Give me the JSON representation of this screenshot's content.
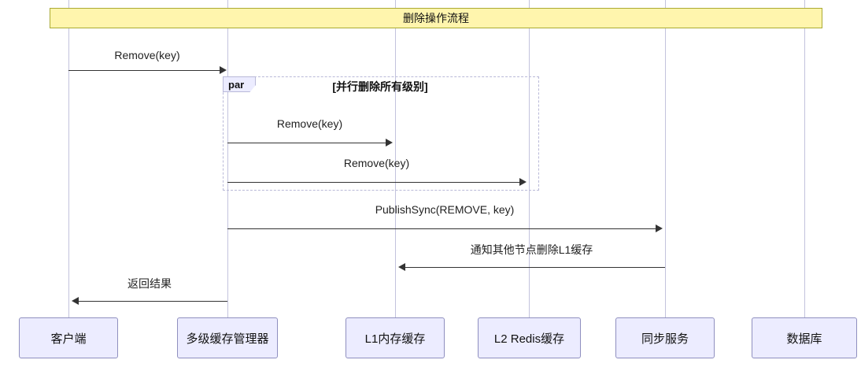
{
  "diagram": {
    "title": "删除操作流程",
    "par_label": "par",
    "par_condition": "[并行删除所有级别]"
  },
  "actors": [
    {
      "label": "客户端"
    },
    {
      "label": "多级缓存管理器"
    },
    {
      "label": "L1内存缓存"
    },
    {
      "label": "L2 Redis缓存"
    },
    {
      "label": "同步服务"
    },
    {
      "label": "数据库"
    }
  ],
  "messages": [
    {
      "text": "Remove(key)",
      "from": "客户端",
      "to": "多级缓存管理器"
    },
    {
      "text": "Remove(key)",
      "from": "多级缓存管理器",
      "to": "L1内存缓存"
    },
    {
      "text": "Remove(key)",
      "from": "多级缓存管理器",
      "to": "L2 Redis缓存"
    },
    {
      "text": "PublishSync(REMOVE, key)",
      "from": "多级缓存管理器",
      "to": "同步服务"
    },
    {
      "text": "通知其他节点删除L1缓存",
      "from": "同步服务",
      "to": "L1内存缓存"
    },
    {
      "text": "返回结果",
      "from": "多级缓存管理器",
      "to": "客户端"
    }
  ],
  "colors": {
    "note_fill": "#fff5ad",
    "note_border": "#aaaa33",
    "actor_fill": "#ececff",
    "actor_border": "#8f8fbf",
    "lifeline": "#c3c3dd",
    "arrow": "#333333",
    "par_border": "#b9b9d8"
  }
}
